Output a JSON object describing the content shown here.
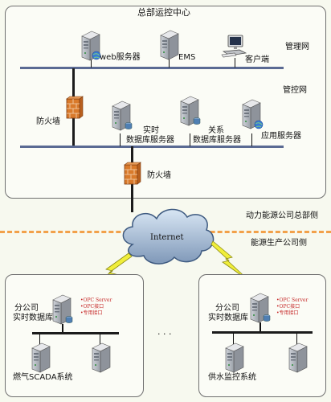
{
  "hq": {
    "title": "总部运控中心",
    "net_management": "管理网",
    "net_control": "管控网",
    "web_server": "web服务器",
    "ems": "EMS",
    "client": "客户端",
    "firewall_1": "防火墙",
    "realtime_db_1": "实时",
    "realtime_db_2": "数据库服务器",
    "relational_db_1": "关系",
    "relational_db_2": "数据库服务器",
    "app_server": "应用服务器",
    "firewall_2": "防火墙"
  },
  "middle": {
    "hq_side": "动力能源公司总部侧",
    "production_side": "能源生产公司侧",
    "internet": "Internet",
    "ellipsis": "· · ·"
  },
  "branch_left": {
    "name_1": "分公司",
    "name_2": "实时数据库",
    "opc": [
      "•OPC Server",
      "•OPC接口",
      "•专用接口"
    ],
    "system": "燃气SCADA系统"
  },
  "branch_right": {
    "name_1": "分公司",
    "name_2": "实时数据库",
    "opc": [
      "•OPC Server",
      "•OPC接口",
      "•专用接口"
    ],
    "system": "供水监控系统"
  },
  "colors": {
    "bus": "#5a6a93",
    "dashed_divider": "#f2a14a",
    "firewall": "#d97a2b",
    "lightning": "#f0ee3a",
    "opc_text": "#c62828"
  }
}
